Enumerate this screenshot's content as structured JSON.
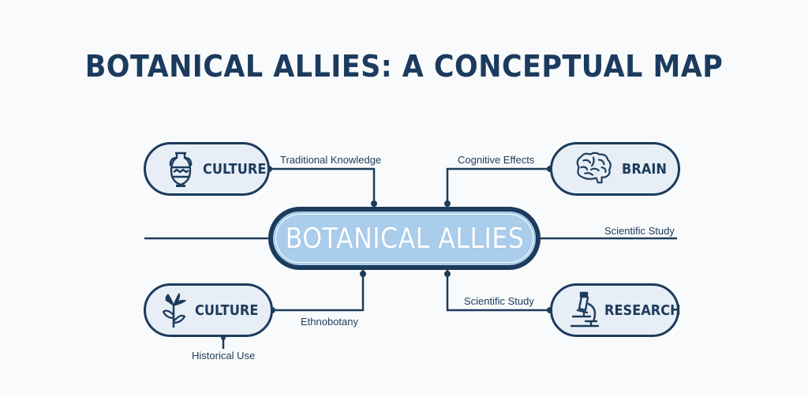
{
  "title": "BOTANICAL ALLIES: A CONCEPTUAL MAP",
  "center_node": {
    "label": "BOTANICAL ALLIES"
  },
  "nodes": {
    "top_left": {
      "label": "CULTURE",
      "icon": "amphora-icon"
    },
    "top_right": {
      "label": "BRAIN",
      "icon": "brain-icon"
    },
    "bottom_left": {
      "label": "CULTURE",
      "icon": "plant-icon"
    },
    "bottom_right": {
      "label": "RESEARCH",
      "icon": "microscope-icon"
    }
  },
  "edge_labels": {
    "traditional_knowledge": "Traditional Knowledge",
    "cognitive_effects": "Cognitive Effects",
    "scientific_study_right": "Scientific Study",
    "ethnobotany": "Ethnobotany",
    "scientific_study_bottom": "Scientific Study",
    "historical_use": "Historical Use"
  },
  "colors": {
    "line": "#1d3b5c",
    "node_fill": "#e7eef6",
    "center_fill": "#a9cdea",
    "background": "#f9fafb"
  }
}
